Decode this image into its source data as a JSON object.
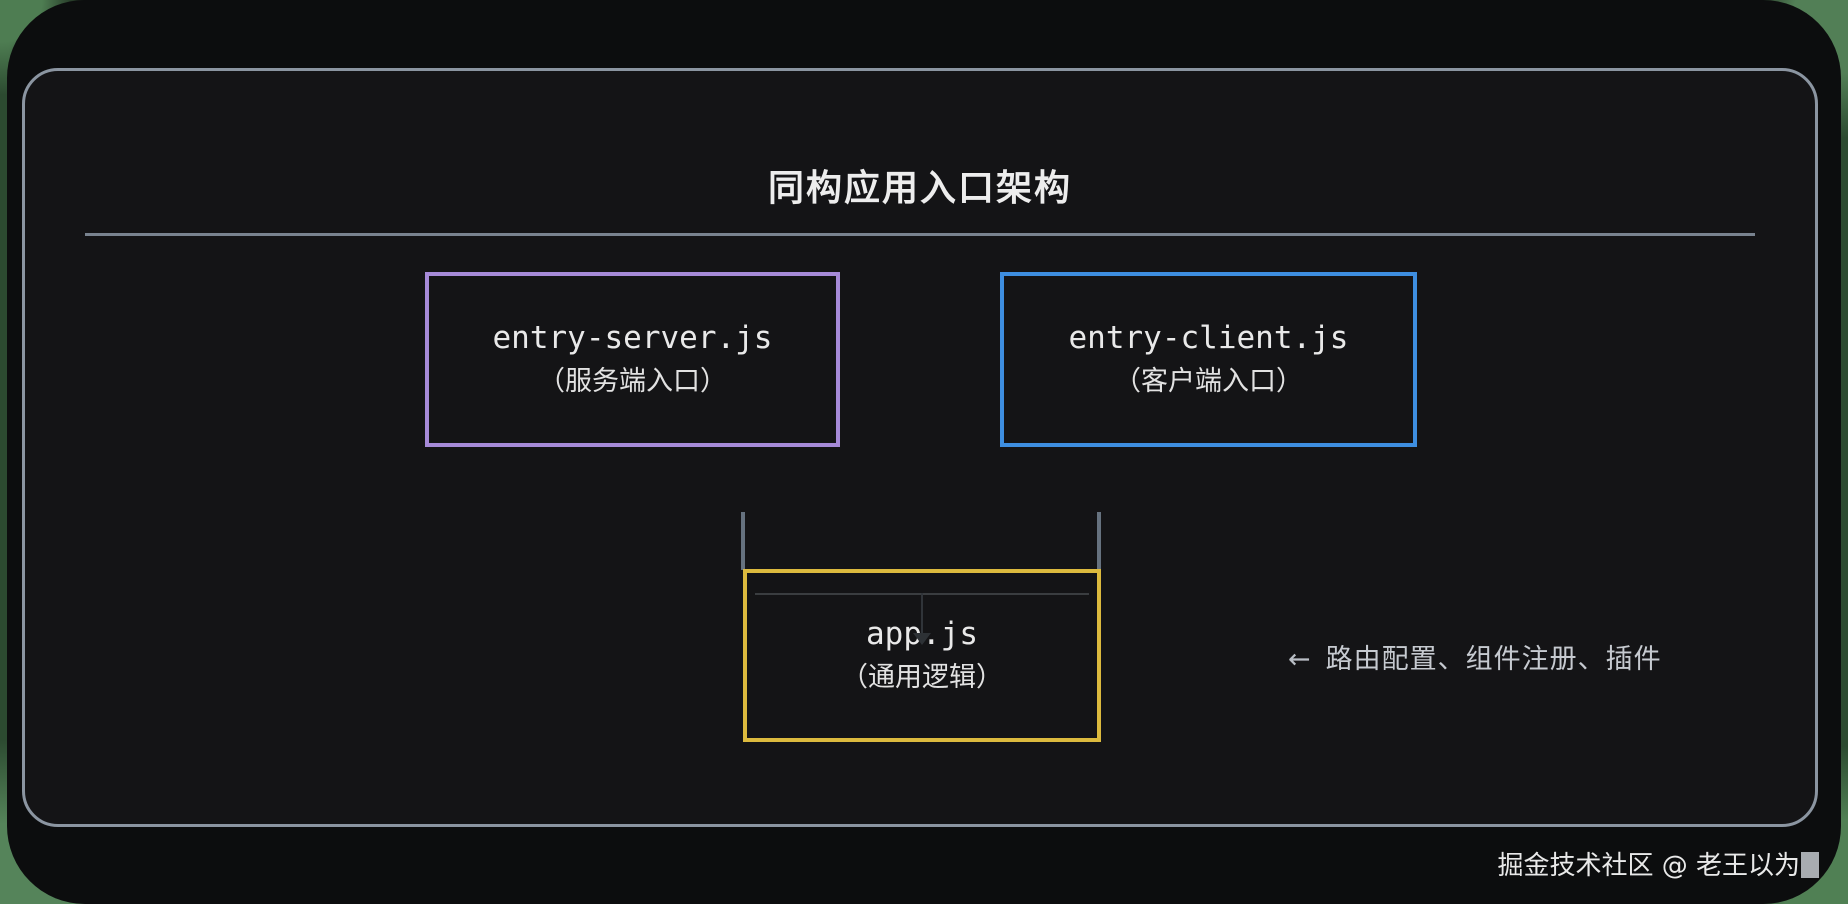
{
  "title": "同构应用入口架构",
  "diagram": {
    "nodes": {
      "server": {
        "filename": "entry-server.js",
        "label": "（服务端入口）",
        "border_color": "#a68ad8"
      },
      "client": {
        "filename": "entry-client.js",
        "label": "（客户端入口）",
        "border_color": "#3e8ee0"
      },
      "app": {
        "filename": "app.js",
        "label": "（通用逻辑）",
        "border_color": "#dcba3e"
      }
    },
    "annotation": {
      "arrow": "←",
      "text": "路由配置、组件注册、插件"
    },
    "colors": {
      "panel_border": "#8b95a1",
      "divider": "#79838f",
      "connector": "#66727f",
      "background_green": "#4e7d52",
      "canvas": "#0c0d0e",
      "panel_background": "#141416"
    }
  },
  "watermark": "掘金技术社区 @ 老王以为"
}
